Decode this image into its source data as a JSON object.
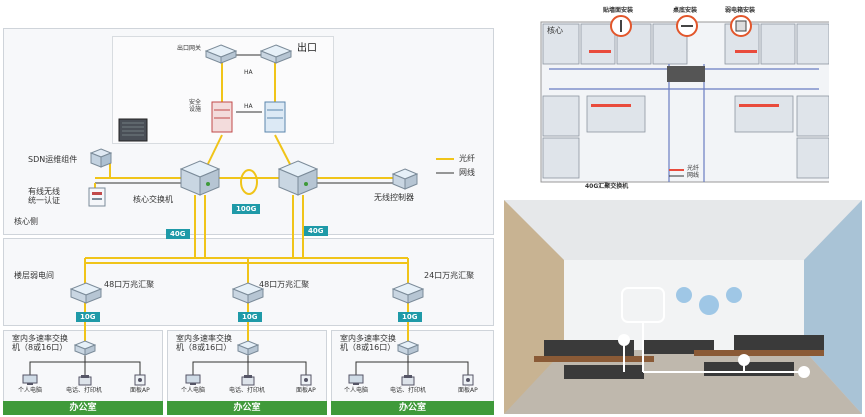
{
  "core": {
    "exit_gateway": "出口网关",
    "exit": "出口",
    "ha_top": "HA",
    "security_zone": "安全\n设施",
    "ha_mid": "HA",
    "sdn": "SDN运维组件",
    "auth": "有线无线\n统一认证",
    "core_switch": "核心交换机",
    "wlc": "无线控制器",
    "core_side": "核心侧",
    "link_100g": "100G",
    "link_40g_left": "40G",
    "link_40g_right": "40G",
    "legend_fiber": "光纤",
    "legend_cable": "网线"
  },
  "floor": {
    "label": "楼层弱电间",
    "agg1": "48口万兆汇聚",
    "agg2": "48口万兆汇聚",
    "agg3": "24口万兆汇聚",
    "link_10g_1": "10G",
    "link_10g_2": "10G",
    "link_10g_3": "10G"
  },
  "offices": [
    {
      "switch": "室内多速率交换\n机（8或16口）",
      "pc": "个人电脑",
      "phone": "电话、打印机",
      "ap": "面板AP",
      "name": "办公室"
    },
    {
      "switch": "室内多速率交换\n机（8或16口）",
      "pc": "个人电脑",
      "phone": "电话、打印机",
      "ap": "面板AP",
      "name": "办公室"
    },
    {
      "switch": "室内多速率交换\n机（8或16口）",
      "pc": "个人电脑",
      "phone": "电话、打印机",
      "ap": "面板AP",
      "name": "办公室"
    }
  ],
  "floorplan": {
    "install_wall": "贴墙面安装",
    "install_desk": "桌底安装",
    "install_box": "弱电箱安装",
    "core": "核心",
    "agg": "40G汇聚交换机",
    "legend_fiber": "光纤",
    "legend_cable": "网线"
  },
  "colors": {
    "fiber": "#f0c419",
    "cable": "#333333",
    "tag": "#1f9aa8",
    "office": "#3f9a3a",
    "ring": "#e2562b"
  }
}
